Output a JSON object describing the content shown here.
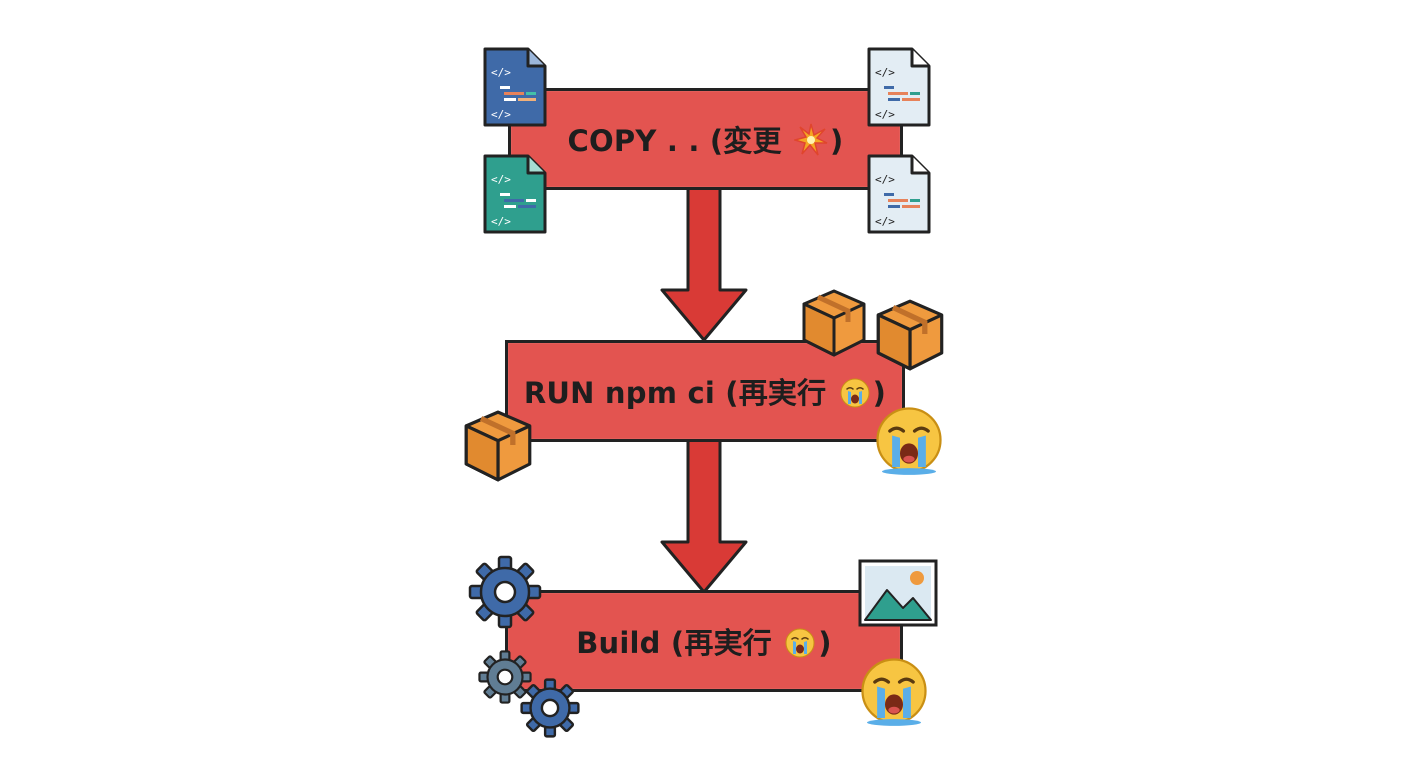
{
  "steps": [
    {
      "id": "copy",
      "label": "COPY . . (変更",
      "badge": "spark-icon"
    },
    {
      "id": "install",
      "label": "RUN npm ci (再実行",
      "badge": "crying-face-icon"
    },
    {
      "id": "build",
      "label": "Build (再実行",
      "badge": "crying-face-icon"
    }
  ],
  "label_suffix": ")",
  "colors": {
    "box_fill": "#e35450",
    "arrow_fill": "#d93a36",
    "outline": "#222222",
    "file_blue": "#3f6aa8",
    "file_teal": "#2f9f8e",
    "file_light": "#e3edf4",
    "box_orange": "#ef9a3e",
    "gear_blue": "#3f6aa8",
    "gear_slate": "#607d94",
    "emoji_yellow": "#f7c542",
    "tear_blue": "#5aaee8"
  },
  "icons": [
    "code-file-icon",
    "crying-face-icon",
    "cardboard-box-icon",
    "gear-icon",
    "image-icon",
    "spark-icon"
  ]
}
